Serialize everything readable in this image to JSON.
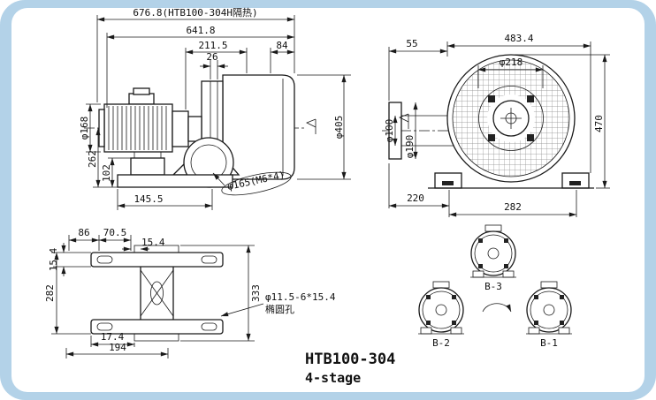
{
  "colors": {
    "page_bg": "#b3d2e8",
    "panel_bg": "#ffffff",
    "line": "#1a1a1a"
  },
  "title": {
    "model": "HTB100-304",
    "stage": "4-stage"
  },
  "side_view": {
    "dim_overall_insulated": "676.8(HTB100-304H隔热)",
    "dim_overall": "641.8",
    "dim_motor_section": "211.5",
    "dim_rear_section": "84",
    "dim_flange_thickness": "26",
    "dim_motor_diameter": "φ168",
    "dim_center_height": "262",
    "dim_foot_height": "102",
    "dim_base_length": "145.5",
    "dim_housing_diameter": "φ405",
    "dim_bolt_circle": "φ165(M6*4)"
  },
  "front_view": {
    "dim_inlet_offset": "55",
    "dim_overall_width": "483.4",
    "dim_outlet_diameter": "φ218",
    "dim_inlet_diameter": "φ100",
    "dim_inlet_flange_diameter": "φ190",
    "dim_overall_height": "470",
    "dim_foot_left": "220",
    "dim_foot_span": "282"
  },
  "base_view": {
    "dim_flange_height": "15.4",
    "dim_a": "86",
    "dim_b": "70.5",
    "dim_c": "15.4",
    "dim_height": "282",
    "dim_overall": "333",
    "dim_d": "17.4",
    "dim_width": "194",
    "hole_note_line1": "φ11.5-6*15.4",
    "hole_note_line2": "椭圆孔"
  },
  "orientation_views": {
    "b3_label": "B-3",
    "b2_label": "B-2",
    "b1_label": "B-1"
  }
}
